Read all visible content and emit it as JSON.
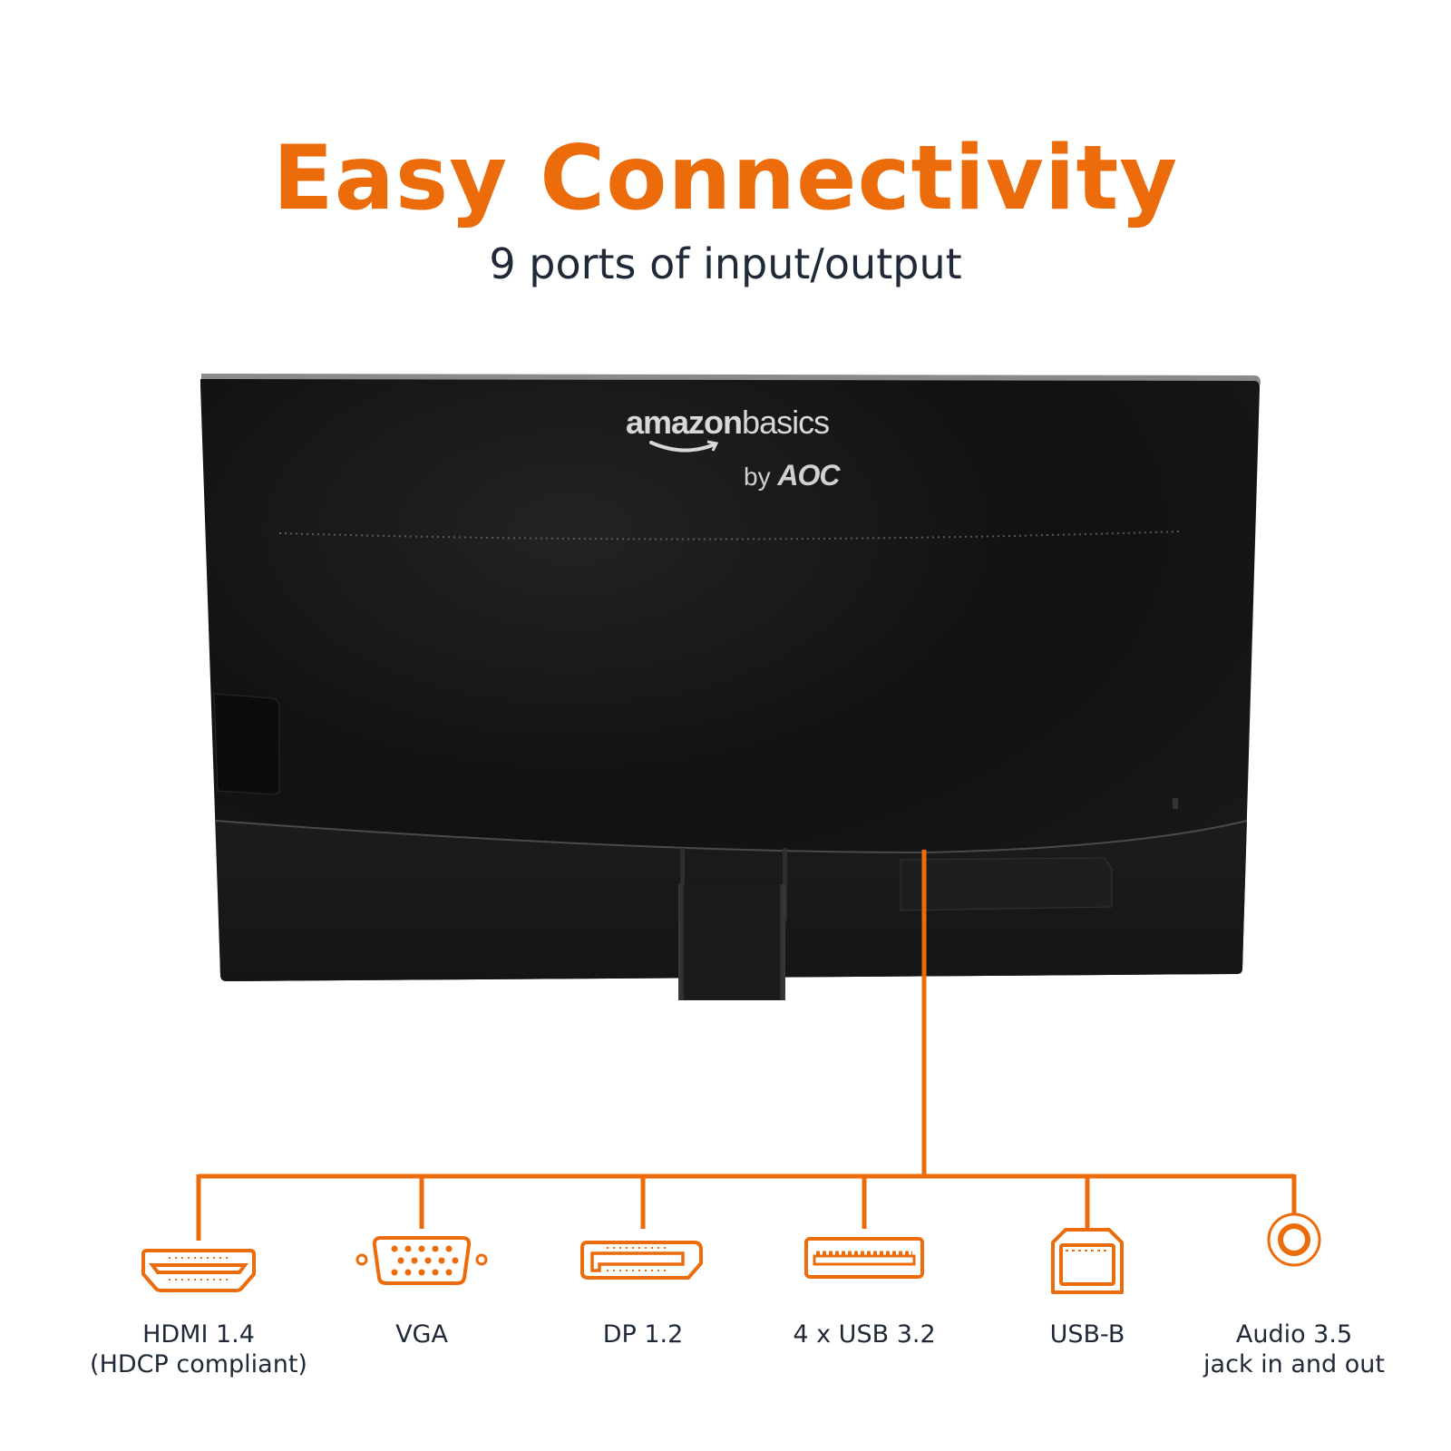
{
  "header": {
    "title": "Easy Connectivity",
    "subtitle": "9 ports of input/output"
  },
  "product": {
    "brand_name_bold": "amazon",
    "brand_name_regular": "basics",
    "brand_by": "by",
    "brand_partner": "AOC"
  },
  "colors": {
    "accent": "#ec6b0b",
    "text_dark": "#1f2937",
    "monitor_body": "#121212"
  },
  "ports": [
    {
      "icon": "hdmi-icon",
      "label_line1": "HDMI 1.4",
      "label_line2": "(HDCP compliant)"
    },
    {
      "icon": "vga-icon",
      "label_line1": "VGA",
      "label_line2": ""
    },
    {
      "icon": "displayport-icon",
      "label_line1": "DP 1.2",
      "label_line2": ""
    },
    {
      "icon": "usb-a-icon",
      "label_line1": "4 x USB 3.2",
      "label_line2": ""
    },
    {
      "icon": "usb-b-icon",
      "label_line1": "USB-B",
      "label_line2": ""
    },
    {
      "icon": "audio-jack-icon",
      "label_line1": "Audio 3.5",
      "label_line2": "jack in and out"
    }
  ]
}
